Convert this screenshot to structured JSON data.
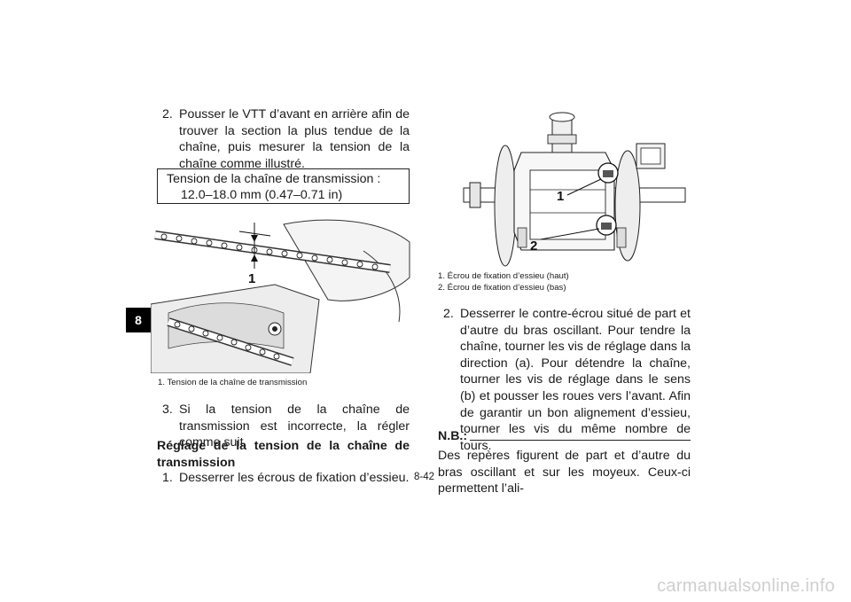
{
  "section_tab": "8",
  "left_column": {
    "step2": {
      "number": "2.",
      "text": "Pousser le VTT d’avant en arrière afin de trouver la section la plus tendue de la chaîne, puis mesurer la tension de la chaîne comme illustré."
    },
    "spec": {
      "label": "Tension de la chaîne de transmission :",
      "value": "12.0–18.0 mm (0.47–0.71 in)"
    },
    "figure_callout": "1",
    "figure_caption": "1. Tension de la chaîne de transmission",
    "step3": {
      "number": "3.",
      "text": "Si la tension de la chaîne de transmission est incorrecte, la régler comme suit."
    },
    "heading": "Réglage de la tension de la chaîne de transmission",
    "step1": {
      "number": "1.",
      "text": "Desserrer les écrous de fixation d’essieu."
    }
  },
  "right_column": {
    "figure_callouts": [
      "1",
      "2"
    ],
    "captions": [
      "1. Écrou de fixation d’essieu (haut)",
      "2. Écrou de fixation d’essieu (bas)"
    ],
    "step2": {
      "number": "2.",
      "text": "Desserrer le contre-écrou situé de part et d’autre du bras oscillant. Pour tendre la chaîne, tourner les vis de réglage dans la direction (a). Pour détendre la chaîne, tourner les vis de réglage dans le sens (b) et pousser les roues vers l’avant. Afin de garantir un bon alignement d’essieu, tourner les vis du même nombre de tours."
    },
    "nb_label": "N.B.:",
    "nb_text": "Des repères figurent de part et d’autre du bras oscillant et sur les moyeux. Ceux-ci permettent l’ali-"
  },
  "page_number": "8-42",
  "watermark": "carmanualsonline.info"
}
